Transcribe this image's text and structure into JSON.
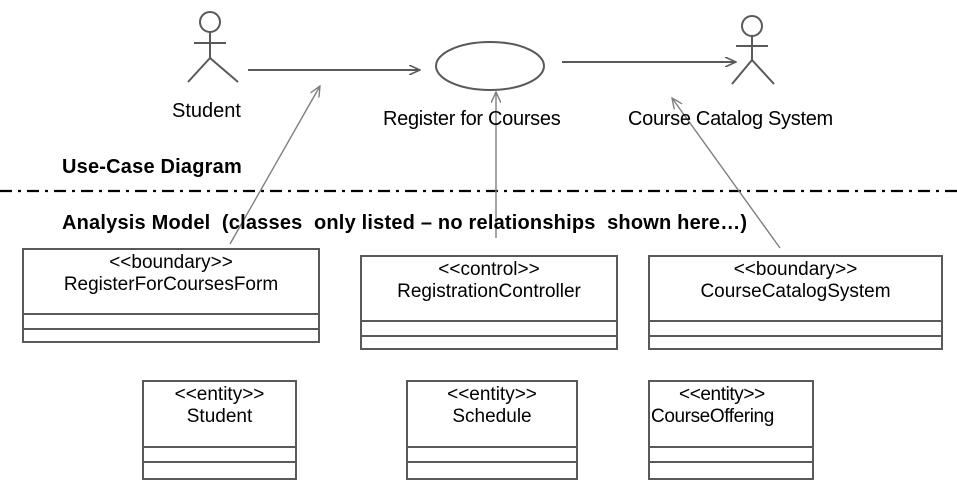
{
  "use_case_diagram": {
    "title": "Use-Case Diagram",
    "actors": [
      {
        "name": "Student"
      },
      {
        "name": "Course Catalog System"
      }
    ],
    "use_case": {
      "name": "Register for Courses"
    }
  },
  "analysis_model": {
    "title": "Analysis Model  (classes  only listed – no relationships  shown here…)",
    "classes": [
      {
        "stereotype": "<<boundary>>",
        "name": "RegisterForCoursesForm"
      },
      {
        "stereotype": "<<control>>",
        "name": "RegistrationController"
      },
      {
        "stereotype": "<<boundary>>",
        "name": "CourseCatalogSystem"
      },
      {
        "stereotype": "<<entity>>",
        "name": "Student"
      },
      {
        "stereotype": "<<entity>>",
        "name": "Schedule"
      },
      {
        "stereotype": "<<entity>>",
        "name": "CourseOffering"
      }
    ]
  },
  "colors": {
    "line": "#595959",
    "trace": "#7f7f7f"
  }
}
